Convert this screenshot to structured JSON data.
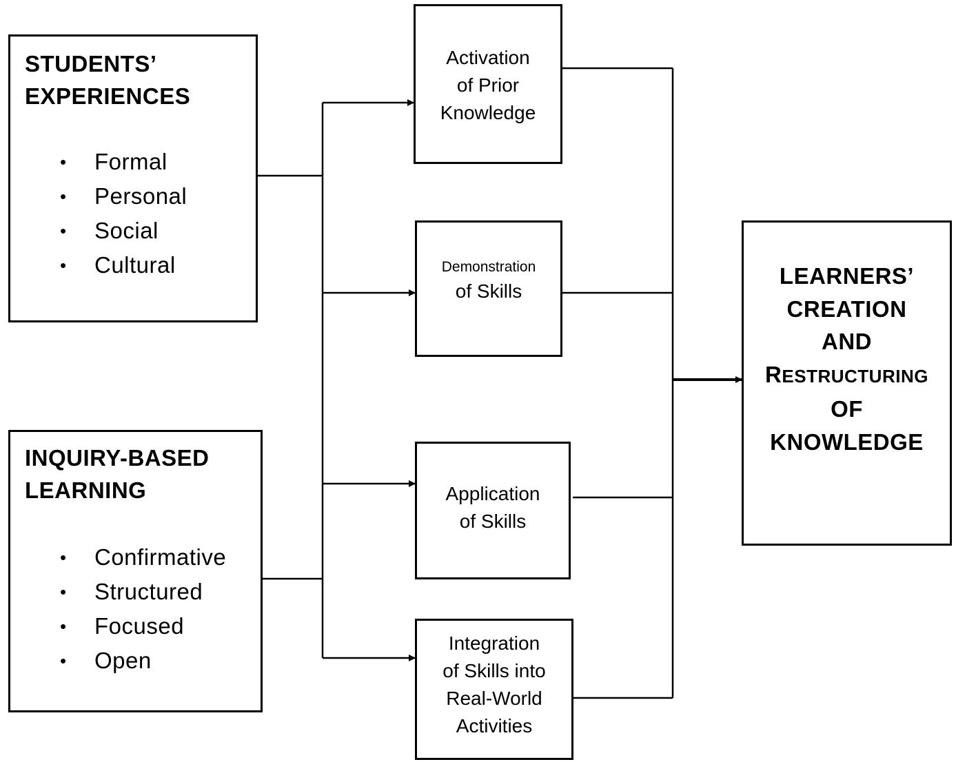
{
  "students_experiences": {
    "title_line1": "STUDENTS’",
    "title_line2": "EXPERIENCES",
    "items": [
      "Formal",
      "Personal",
      "Social",
      "Cultural"
    ]
  },
  "inquiry_based_learning": {
    "title_line1": "INQUIRY-BASED",
    "title_line2": "LEARNING",
    "items": [
      "Confirmative",
      "Structured",
      "Focused",
      "Open"
    ]
  },
  "activation": {
    "lines": [
      "Activation",
      "of Prior",
      "Knowledge"
    ]
  },
  "demonstration": {
    "lines": [
      "Demonstration",
      "of Skills"
    ]
  },
  "application": {
    "lines": [
      "Application",
      "of Skills"
    ]
  },
  "integration": {
    "lines": [
      "Integration",
      "of Skills into",
      "Real-World",
      "Activities"
    ]
  },
  "outcome": {
    "line1": "LEARNERS’",
    "line2": "CREATION",
    "line3": "AND",
    "line4_first": "R",
    "line4_rest": "ESTRUCTURING",
    "line5": "OF",
    "line6": "KNOWLEDGE"
  },
  "bullet_glyph": "•"
}
